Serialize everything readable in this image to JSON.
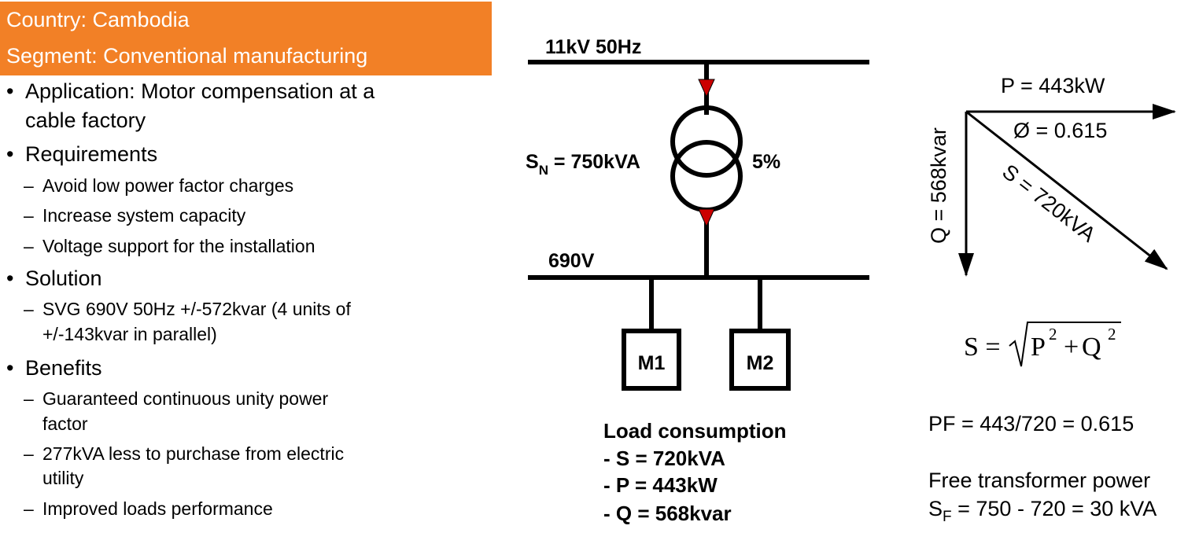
{
  "header": {
    "country": "Country: Cambodia",
    "segment": "Segment: Conventional manufacturing",
    "bg_color": "#f28026"
  },
  "bullets": {
    "application_l1": "Application: Motor compensation at a",
    "application_l2": "cable factory",
    "requirements": "Requirements",
    "req_1": "Avoid low power factor charges",
    "req_2": "Increase system capacity",
    "req_3": "Voltage support for the installation",
    "solution": "Solution",
    "sol_1_l1": "SVG 690V 50Hz +/-572kvar (4 units of",
    "sol_1_l2": "+/-143kvar in parallel)",
    "benefits": "Benefits",
    "ben_1_l1": "Guaranteed continuous unity power",
    "ben_1_l2": "factor",
    "ben_2_l1": "277kVA less to purchase from electric",
    "ben_2_l2": "utility",
    "ben_3": "Improved loads performance"
  },
  "diagram": {
    "hv_bus": "11kV 50Hz",
    "transformer_s": "S",
    "transformer_sub": "N",
    "transformer_val": " = 750kVA",
    "impedance": "5%",
    "lv_bus": "690V",
    "motor_1": "M1",
    "motor_2": "M2",
    "arrow_color": "#cc0000"
  },
  "load": {
    "title": "Load consumption",
    "s": "- S = 720kVA",
    "p": "- P = 443kW",
    "q": "- Q = 568kvar"
  },
  "power_triangle": {
    "p_label": "P = 443kW",
    "phi_label": "Ø = 0.615",
    "s_label": "S = 720kVA",
    "q_label": "Q = 568kvar"
  },
  "formula": {
    "lhs": "S = ",
    "p": "P",
    "plus": " + ",
    "q": "Q",
    "exp": "2"
  },
  "results": {
    "pf": "PF = 443/720 = 0.615",
    "free_title": "Free transformer power",
    "sf_s": "S",
    "sf_sub": "F",
    "sf_val": " = 750 - 720 = 30 kVA"
  }
}
